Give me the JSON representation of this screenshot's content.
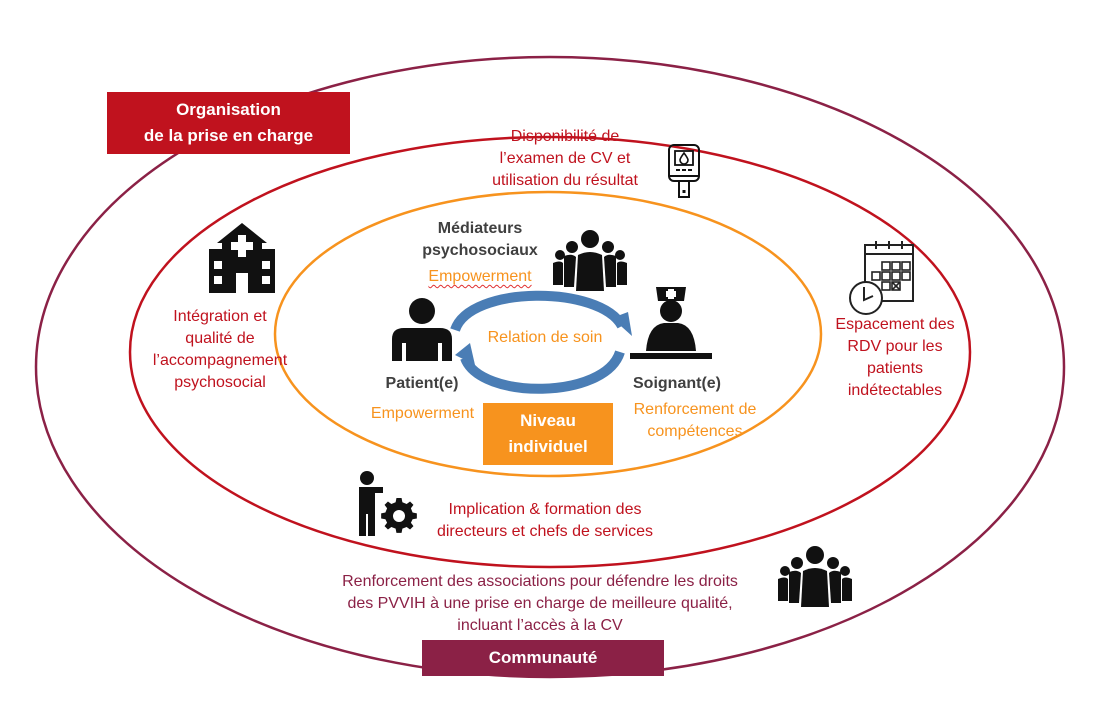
{
  "colors": {
    "community": "#8B2146",
    "organisation": "#C0121E",
    "individual": "#F7931E",
    "arrow": "#4A7DB5",
    "label_dark": "#404040"
  },
  "levels": {
    "organisation": {
      "line1": "Organisation",
      "line2": "de la prise en charge"
    },
    "communaute": {
      "label": "Communauté"
    },
    "individuel": {
      "line1": "Niveau",
      "line2": "individuel"
    }
  },
  "organisation_items": {
    "cv_exam": {
      "lines": [
        "Disponibilité de",
        "l’examen de CV et",
        "utilisation du résultat"
      ],
      "icon": "blood-test-device-icon"
    },
    "psychosocial": {
      "lines": [
        "Intégration et",
        "qualité de",
        "l’accompagnement",
        "psychosocial"
      ],
      "icon": "hospital-icon"
    },
    "rdv": {
      "lines": [
        "Espacement des",
        "RDV pour les",
        "patients",
        "indétectables"
      ],
      "icon": "calendar-clock-icon"
    },
    "directors": {
      "lines": [
        "Implication & formation des",
        "directeurs et chefs de services"
      ],
      "icon": "manager-gear-icon"
    }
  },
  "community_items": {
    "associations": {
      "lines": [
        "Renforcement des associations pour défendre les droits",
        "des PVVIH à une prise en charge de meilleure qualité,",
        "incluant l’accès à la CV"
      ],
      "icon": "group-icon"
    }
  },
  "individual_items": {
    "mediators": {
      "lines": [
        "Médiateurs",
        "psychosociaux"
      ],
      "sub": "Empowerment",
      "icon": "group-icon"
    },
    "patient": {
      "label": "Patient(e)",
      "icon": "person-icon",
      "sub": "Empowerment"
    },
    "caregiver": {
      "label": "Soignant(e)",
      "icon": "nurse-icon",
      "sub_lines": [
        "Renforcement de",
        "compétences"
      ]
    },
    "relation": {
      "label": "Relation de soin"
    }
  }
}
